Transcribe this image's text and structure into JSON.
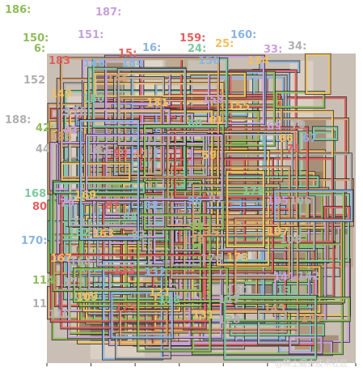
{
  "palette": [
    "#8fbc5a",
    "#c9a0dc",
    "#e06060",
    "#8ab4e0",
    "#f0c060",
    "#b0b0b0",
    "#7fc8a0",
    "#d4a070"
  ],
  "labels": [
    {
      "text": "186:",
      "color": "#8fbc5a"
    },
    {
      "text": "187:",
      "color": "#c9a0dc"
    },
    {
      "text": "150:",
      "color": "#8fbc5a"
    },
    {
      "text": "151:",
      "color": "#c9a0dc"
    },
    {
      "text": "6:",
      "color": "#8fbc5a"
    },
    {
      "text": "15:",
      "color": "#e06060"
    },
    {
      "text": "16:",
      "color": "#8ab4e0"
    },
    {
      "text": "159:",
      "color": "#e06060"
    },
    {
      "text": "25:",
      "color": "#f0c060"
    },
    {
      "text": "160:",
      "color": "#8ab4e0"
    },
    {
      "text": "24:",
      "color": "#7fc8a0"
    },
    {
      "text": "33:",
      "color": "#c9a0dc"
    },
    {
      "text": "34:",
      "color": "#b0b0b0"
    },
    {
      "text": "152",
      "color": "#b0b0b0"
    },
    {
      "text": "188:",
      "color": "#b0b0b0"
    },
    {
      "text": "42:",
      "color": "#8fbc5a"
    },
    {
      "text": "44",
      "color": "#b0b0b0"
    },
    {
      "text": "168",
      "color": "#7fc8a0"
    },
    {
      "text": "80",
      "color": "#e06060"
    },
    {
      "text": "170:",
      "color": "#8ab4e0"
    },
    {
      "text": "114:",
      "color": "#8fbc5a"
    },
    {
      "text": "11",
      "color": "#b0b0b0"
    },
    {
      "text": "183",
      "color": "#e06060"
    },
    {
      "text": "148",
      "color": "#8ab4e0"
    },
    {
      "text": "184",
      "color": "#8ab4e0"
    },
    {
      "text": "156",
      "color": "#8ab4e0"
    },
    {
      "text": "154",
      "color": "#f0c060"
    },
    {
      "text": "145",
      "color": "#d4a070"
    },
    {
      "text": "149",
      "color": "#f0c060"
    },
    {
      "text": "180",
      "color": "#7fc8a0"
    },
    {
      "text": "181",
      "color": "#f0c060"
    },
    {
      "text": "158",
      "color": "#c9a0dc"
    },
    {
      "text": "155",
      "color": "#f0c060"
    },
    {
      "text": "176",
      "color": "#b0b0b0"
    },
    {
      "text": "43",
      "color": "#c9a0dc"
    },
    {
      "text": "185",
      "color": "#d4a070"
    },
    {
      "text": "182",
      "color": "#b0b0b0"
    },
    {
      "text": "53",
      "color": "#e06060"
    },
    {
      "text": "47",
      "color": "#d4a070"
    },
    {
      "text": "60",
      "color": "#7fc8a0"
    },
    {
      "text": "61",
      "color": "#f0c060"
    },
    {
      "text": "69",
      "color": "#c9a0dc"
    },
    {
      "text": "70",
      "color": "#b0b0b0"
    },
    {
      "text": "66",
      "color": "#f0c060"
    },
    {
      "text": "67",
      "color": "#8ab4e0"
    },
    {
      "text": "71",
      "color": "#e06060"
    },
    {
      "text": "59",
      "color": "#f0c060"
    },
    {
      "text": "169",
      "color": "#f0c060"
    },
    {
      "text": "79",
      "color": "#c9a0dc"
    },
    {
      "text": "87",
      "color": "#e06060"
    },
    {
      "text": "88",
      "color": "#8ab4e0"
    },
    {
      "text": "96",
      "color": "#8ab4e0"
    },
    {
      "text": "97",
      "color": "#b0b0b0"
    },
    {
      "text": "178",
      "color": "#7fc8a0"
    },
    {
      "text": "105",
      "color": "#c9a0dc"
    },
    {
      "text": "106",
      "color": "#b0b0b0"
    },
    {
      "text": "73",
      "color": "#b0b0b0"
    },
    {
      "text": "162",
      "color": "#7fc8a0"
    },
    {
      "text": "163",
      "color": "#f0c060"
    },
    {
      "text": "84",
      "color": "#7fc8a0"
    },
    {
      "text": "83",
      "color": "#b0b0b0"
    },
    {
      "text": "98",
      "color": "#8fbc5a"
    },
    {
      "text": "35",
      "color": "#d4a070"
    },
    {
      "text": "107",
      "color": "#f0c060"
    },
    {
      "text": "108",
      "color": "#b0b0b0"
    },
    {
      "text": "179",
      "color": "#d4a070"
    },
    {
      "text": "167",
      "color": "#f0c060"
    },
    {
      "text": "164",
      "color": "#b0b0b0"
    },
    {
      "text": "176",
      "color": "#b0b0b0"
    },
    {
      "text": "173",
      "color": "#f0c060"
    },
    {
      "text": "123",
      "color": "#e06060"
    },
    {
      "text": "132",
      "color": "#8ab4e0"
    },
    {
      "text": "141",
      "color": "#c9a0dc"
    },
    {
      "text": "142",
      "color": "#b0b0b0"
    },
    {
      "text": "115",
      "color": "#b0b0b0"
    },
    {
      "text": "130",
      "color": "#b0b0b0"
    },
    {
      "text": "121",
      "color": "#f0c060"
    },
    {
      "text": "138",
      "color": "#7fc8a0"
    },
    {
      "text": "109",
      "color": "#f0c060"
    },
    {
      "text": "118",
      "color": "#7fc8a0"
    },
    {
      "text": "127",
      "color": "#b0b0b0"
    },
    {
      "text": "125",
      "color": "#e06060"
    },
    {
      "text": "143",
      "color": "#d4a070"
    },
    {
      "text": "110",
      "color": "#b0b0b0"
    },
    {
      "text": "131",
      "color": "#f0c060"
    },
    {
      "text": "128",
      "color": "#b0b0b0"
    },
    {
      "text": "147",
      "color": "#d4a070"
    }
  ],
  "watermark": "@稀土掘金技术社区"
}
